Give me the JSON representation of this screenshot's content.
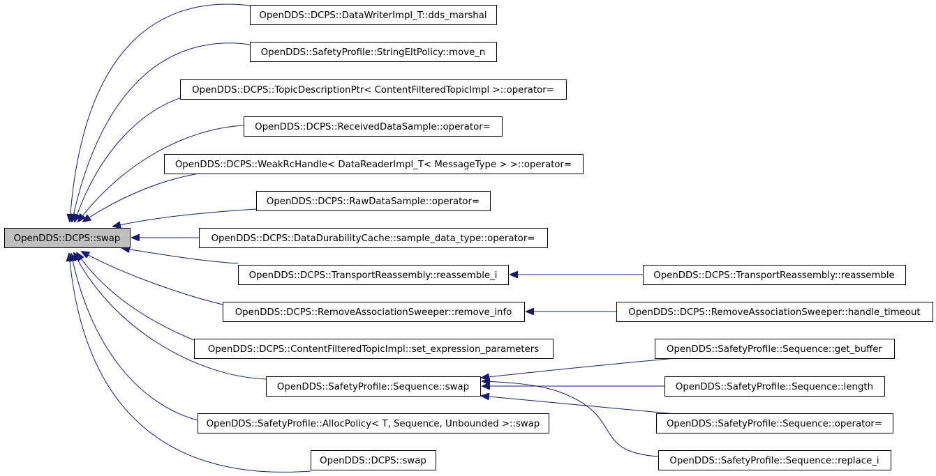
{
  "diagram": {
    "root": "OpenDDS::DCPS::swap",
    "nodes": [
      {
        "id": "n0",
        "label": "OpenDDS::DCPS::swap",
        "root": true
      },
      {
        "id": "n1",
        "label": "OpenDDS::DCPS::DataWriterImpl_T::dds_marshal"
      },
      {
        "id": "n2",
        "label": "OpenDDS::SafetyProfile::StringEltPolicy::move_n"
      },
      {
        "id": "n3",
        "label": "OpenDDS::DCPS::TopicDescriptionPtr< ContentFilteredTopicImpl >::operator="
      },
      {
        "id": "n4",
        "label": "OpenDDS::DCPS::ReceivedDataSample::operator="
      },
      {
        "id": "n5",
        "label": "OpenDDS::DCPS::WeakRcHandle< DataReaderImpl_T< MessageType > >::operator="
      },
      {
        "id": "n6",
        "label": "OpenDDS::DCPS::RawDataSample::operator="
      },
      {
        "id": "n7",
        "label": "OpenDDS::DCPS::DataDurabilityCache::sample_data_type::operator="
      },
      {
        "id": "n8",
        "label": "OpenDDS::DCPS::TransportReassembly::reassemble_i"
      },
      {
        "id": "n9",
        "label": "OpenDDS::DCPS::RemoveAssociationSweeper::remove_info"
      },
      {
        "id": "n10",
        "label": "OpenDDS::DCPS::ContentFilteredTopicImpl::set_expression_parameters"
      },
      {
        "id": "n11",
        "label": "OpenDDS::SafetyProfile::Sequence::swap"
      },
      {
        "id": "n12",
        "label": "OpenDDS::SafetyProfile::AllocPolicy< T, Sequence, Unbounded >::swap"
      },
      {
        "id": "n13",
        "label": "OpenDDS::DCPS::swap"
      },
      {
        "id": "n14",
        "label": "OpenDDS::DCPS::TransportReassembly::reassemble"
      },
      {
        "id": "n15",
        "label": "OpenDDS::DCPS::RemoveAssociationSweeper::handle_timeout"
      },
      {
        "id": "n16",
        "label": "OpenDDS::SafetyProfile::Sequence::get_buffer"
      },
      {
        "id": "n17",
        "label": "OpenDDS::SafetyProfile::Sequence::length"
      },
      {
        "id": "n18",
        "label": "OpenDDS::SafetyProfile::Sequence::operator="
      },
      {
        "id": "n19",
        "label": "OpenDDS::SafetyProfile::Sequence::replace_i"
      }
    ],
    "edges": [
      {
        "from": "n1",
        "to": "n0"
      },
      {
        "from": "n2",
        "to": "n0"
      },
      {
        "from": "n3",
        "to": "n0"
      },
      {
        "from": "n4",
        "to": "n0"
      },
      {
        "from": "n5",
        "to": "n0"
      },
      {
        "from": "n6",
        "to": "n0"
      },
      {
        "from": "n7",
        "to": "n0"
      },
      {
        "from": "n8",
        "to": "n0"
      },
      {
        "from": "n9",
        "to": "n0"
      },
      {
        "from": "n10",
        "to": "n0"
      },
      {
        "from": "n11",
        "to": "n0"
      },
      {
        "from": "n12",
        "to": "n0"
      },
      {
        "from": "n13",
        "to": "n0"
      },
      {
        "from": "n14",
        "to": "n8"
      },
      {
        "from": "n15",
        "to": "n9"
      },
      {
        "from": "n16",
        "to": "n11"
      },
      {
        "from": "n17",
        "to": "n11"
      },
      {
        "from": "n18",
        "to": "n11"
      },
      {
        "from": "n19",
        "to": "n11"
      }
    ],
    "colors": {
      "edge": "#191970",
      "node_border": "#000000",
      "node_fill": "#ffffff",
      "root_fill": "#bfbfbf"
    }
  }
}
